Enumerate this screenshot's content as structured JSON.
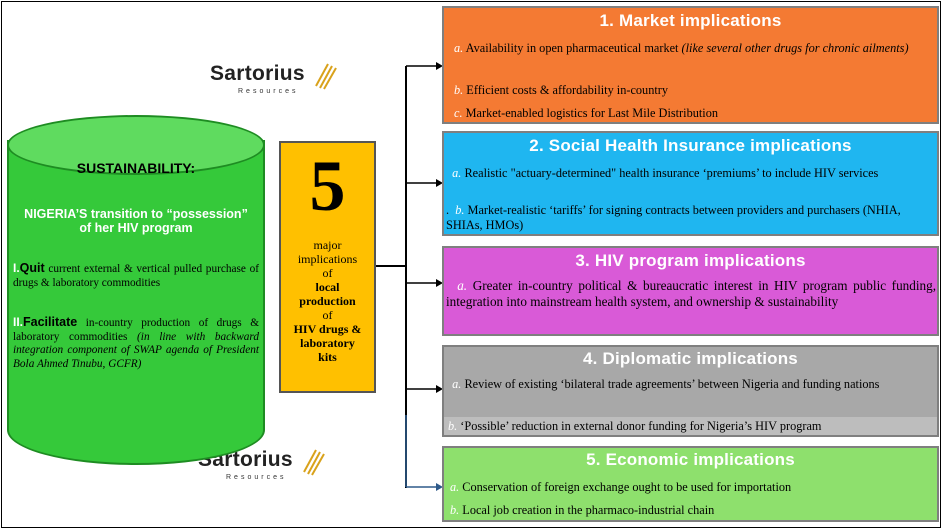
{
  "logo": {
    "name": "Sartorius",
    "sub": "Resources"
  },
  "cylinder": {
    "title": "SUSTAINABILITY:",
    "subtitle": "NIGERIA’S transition to “possession” of her HIV program",
    "item1": {
      "num": "I.",
      "keyword": "Quit",
      "text": " current external & vertical pulled purchase of drugs & laboratory commodities"
    },
    "item2": {
      "num": "II.",
      "keyword": "Facilitate",
      "text": " in-country production of drugs & laboratory commodities ",
      "italic": "(in line with backward integration component of SWAP agenda of President Bola Ahmed Tinubu, GCFR)"
    }
  },
  "center": {
    "number": "5",
    "line1": "major",
    "line2": "implications",
    "line3": "of",
    "bold1": "local",
    "bold2": "production",
    "line4": "of",
    "line5": "HIV drugs &",
    "line6": "laboratory",
    "line7": "kits"
  },
  "boxes": [
    {
      "title": "1. Market implications",
      "items": [
        {
          "letter": "a.",
          "text": " Availability in open pharmaceutical market ",
          "italic": "(like several other drugs for chronic ailments)"
        },
        {
          "letter": "b.",
          "text": " Efficient costs & affordability in-country"
        },
        {
          "letter": "c.",
          "text": " Market-enabled logistics for Last Mile Distribution"
        }
      ]
    },
    {
      "title": "2. Social Health Insurance implications",
      "items": [
        {
          "letter": "a.",
          "text": " Realistic \"actuary-determined\" health insurance ‘premiums’ to include HIV services"
        },
        {
          "letter": "b.",
          "text": " Market-realistic ‘tariffs’ for signing contracts between providers and purchasers (NHIA, SHIAs, HMOs)"
        }
      ]
    },
    {
      "title": "3. HIV program implications",
      "items": [
        {
          "letter": "a.",
          "text": " Greater in-country political & bureaucratic interest in HIV program public funding, integration into mainstream health system, and ownership & sustainability"
        }
      ]
    },
    {
      "title": "4. Diplomatic implications",
      "items": [
        {
          "letter": "a.",
          "text": " Review of existing ‘bilateral trade agreements’ between Nigeria and funding nations"
        },
        {
          "letter": "b.",
          "text": " ‘Possible’ reduction in external donor funding for  Nigeria’s HIV program"
        }
      ]
    },
    {
      "title": "5. Economic implications",
      "items": [
        {
          "letter": "a.",
          "text": " Conservation of foreign exchange ought to be used for importation"
        },
        {
          "letter": "b.",
          "text": " Local job creation in the pharmaco-industrial chain"
        }
      ]
    }
  ]
}
